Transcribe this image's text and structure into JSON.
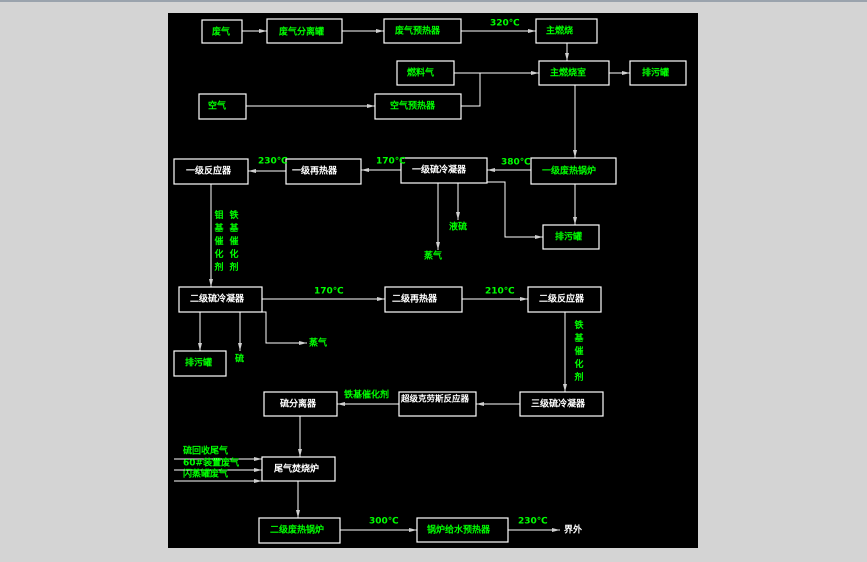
{
  "colors": {
    "background": "#000000",
    "green_text": "#00ff00",
    "white_text": "#ffffff",
    "line": "#ffffff"
  },
  "boxes": {
    "waste_gas": "废气",
    "waste_gas_separator": "废气分离罐",
    "waste_gas_preheater": "废气预热器",
    "main_burner": "主燃烧",
    "fuel_gas": "燃料气",
    "main_combustion_chamber": "主燃烧室",
    "blowdown_tank_1": "排污罐",
    "air": "空气",
    "air_preheater": "空气预热器",
    "reactor_1": "一级反应器",
    "reheater_1": "一级再热器",
    "sulfur_condenser_1": "一级硫冷凝器",
    "waste_heat_boiler_1": "一级废热锅炉",
    "blowdown_tank_2": "排污罐",
    "sulfur_condenser_2": "二级硫冷凝器",
    "reheater_2": "二级再热器",
    "reactor_2": "二级反应器",
    "blowdown_tank_3": "排污罐",
    "sulfur_separator": "硫分离器",
    "superclaus_reactor": "超级克劳斯反应器",
    "sulfur_condenser_3": "三级硫冷凝器",
    "tail_gas_incinerator": "尾气焚烧炉",
    "waste_heat_boiler_2": "二级废热锅炉",
    "boiler_feedwater_preheater": "锅炉给水预热器"
  },
  "labels": {
    "t_320": "320℃",
    "t_230a": "230℃",
    "t_170a": "170℃",
    "t_380": "380℃",
    "t_170b": "170℃",
    "t_210": "210℃",
    "t_300": "300℃",
    "t_230b": "230℃",
    "steam_1": "蒸气",
    "liquid_sulfur_1": "液硫",
    "sulfur_2": "硫",
    "steam_2": "蒸气",
    "catalyst_mo": "钼基催化剂",
    "catalyst_fe_1": "铁基催化剂",
    "catalyst_fe_2": "铁基催化剂",
    "catalyst_fe_3": "铁基催化剂",
    "sulfur_recovery_tail_gas": "硫回收尾气",
    "unit_60_waste_gas": "60#装置废气",
    "flash_tank_waste_gas": "闪蒸罐废气",
    "battery_limit": "界外"
  }
}
